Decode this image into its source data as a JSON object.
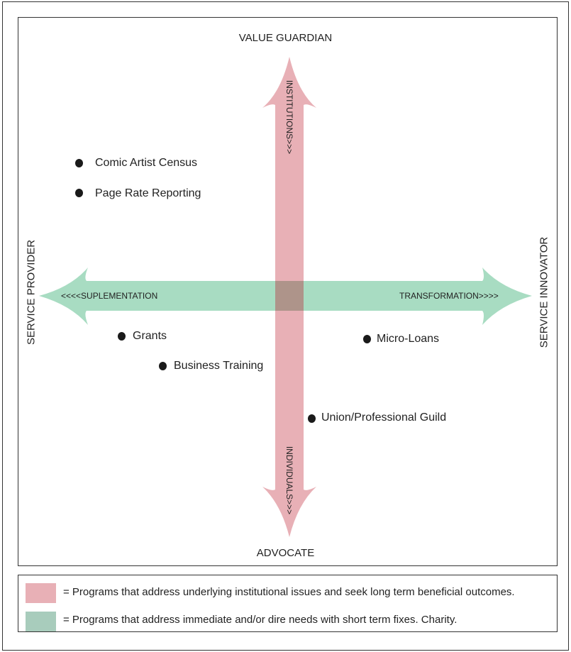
{
  "axes": {
    "top": "VALUE GUARDIAN",
    "bottom": "ADVOCATE",
    "left": "SERVICE PROVIDER",
    "right": "SERVICE INNOVATOR",
    "vertical_top_label": "INSTITUTIONS>>>",
    "vertical_bottom_label": "INDIVIDUALS>>>",
    "horizontal_left_label": "<<<<SUPLEMENTATION",
    "horizontal_right_label": "TRANSFORMATION>>>>"
  },
  "items": [
    {
      "label": "Comic Artist Census"
    },
    {
      "label": "Page Rate Reporting"
    },
    {
      "label": "Grants"
    },
    {
      "label": "Business Training"
    },
    {
      "label": "Micro-Loans"
    },
    {
      "label": "Union/Professional Guild"
    }
  ],
  "legend": [
    {
      "color": "#e8b0b6",
      "text": "= Programs that address underlying institutional issues and seek long term beneficial outcomes."
    },
    {
      "color": "#a8ccbc",
      "text": "= Programs that address immediate and/or dire needs with short term fixes. Charity."
    }
  ],
  "colors": {
    "vertical": "#e8b0b6",
    "horizontal": "#a8dcc2",
    "overlap": "#ae948a"
  }
}
